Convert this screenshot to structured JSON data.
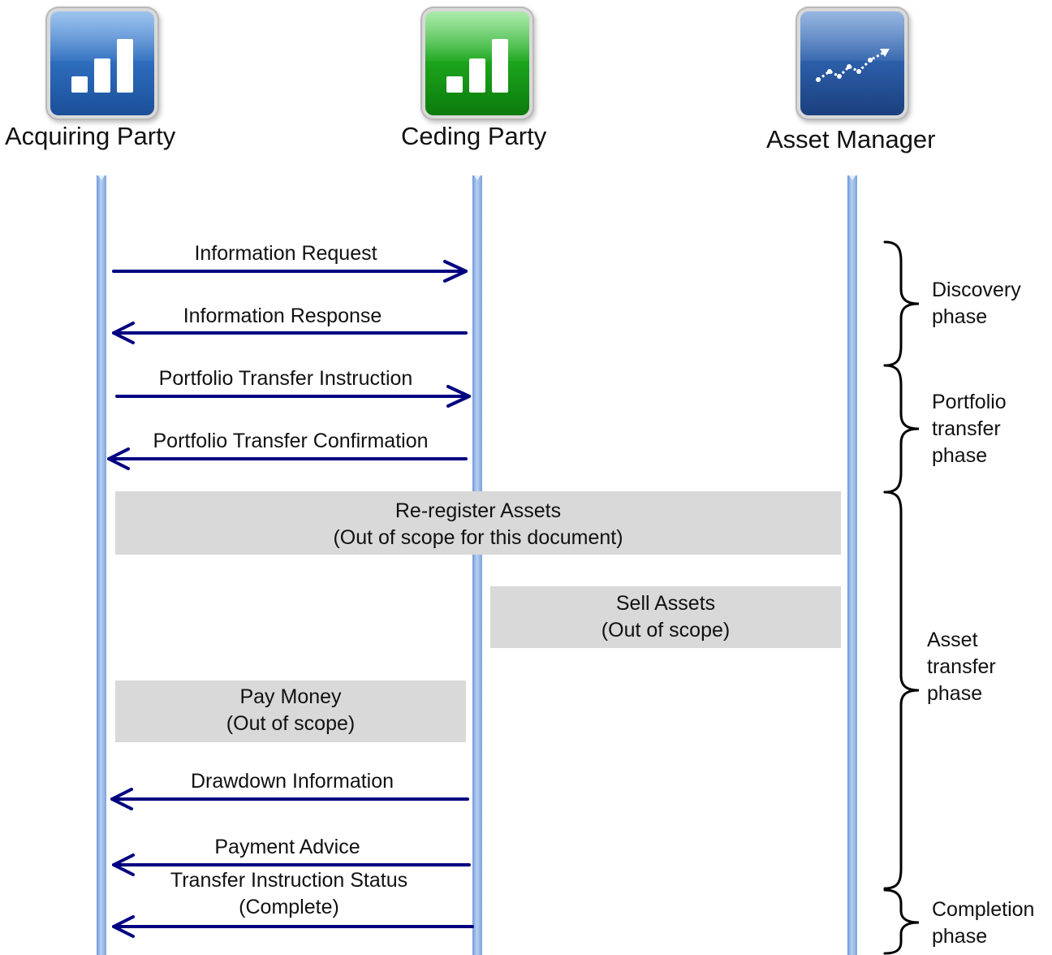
{
  "actors": {
    "acquiring": "Acquiring Party",
    "ceding": "Ceding Party",
    "asset_manager": "Asset Manager"
  },
  "messages": [
    {
      "label": "Information Request",
      "direction": "to-ceding"
    },
    {
      "label": "Information Response",
      "direction": "to-acquiring"
    },
    {
      "label": "Portfolio Transfer Instruction",
      "direction": "to-ceding"
    },
    {
      "label": "Portfolio Transfer Confirmation",
      "direction": "to-acquiring"
    },
    {
      "label": "Drawdown Information",
      "direction": "to-acquiring"
    },
    {
      "label": "Payment Advice",
      "direction": "to-acquiring"
    },
    {
      "label_line1": "Transfer Instruction Status",
      "label_line2": "(Complete)",
      "direction": "to-acquiring"
    }
  ],
  "activities": [
    {
      "title": "Re-register Assets",
      "note": "(Out of scope for this document)"
    },
    {
      "title": "Sell Assets",
      "note": "(Out of scope)"
    },
    {
      "title": "Pay Money",
      "note": "(Out of scope)"
    }
  ],
  "phases": [
    {
      "label": "Discovery\nphase"
    },
    {
      "label": "Portfolio\ntransfer\nphase"
    },
    {
      "label": "Asset\ntransfer\nphase"
    },
    {
      "label": "Completion\nphase"
    }
  ],
  "colors": {
    "arrow": "#000080",
    "lifeline": "#7aa2dc",
    "activity_box": "#d9d9d9",
    "icon_blue": "#2f6fc0",
    "icon_green": "#1ea81e"
  },
  "icons": [
    "bar-chart-icon",
    "bar-chart-icon",
    "trend-line-icon"
  ]
}
